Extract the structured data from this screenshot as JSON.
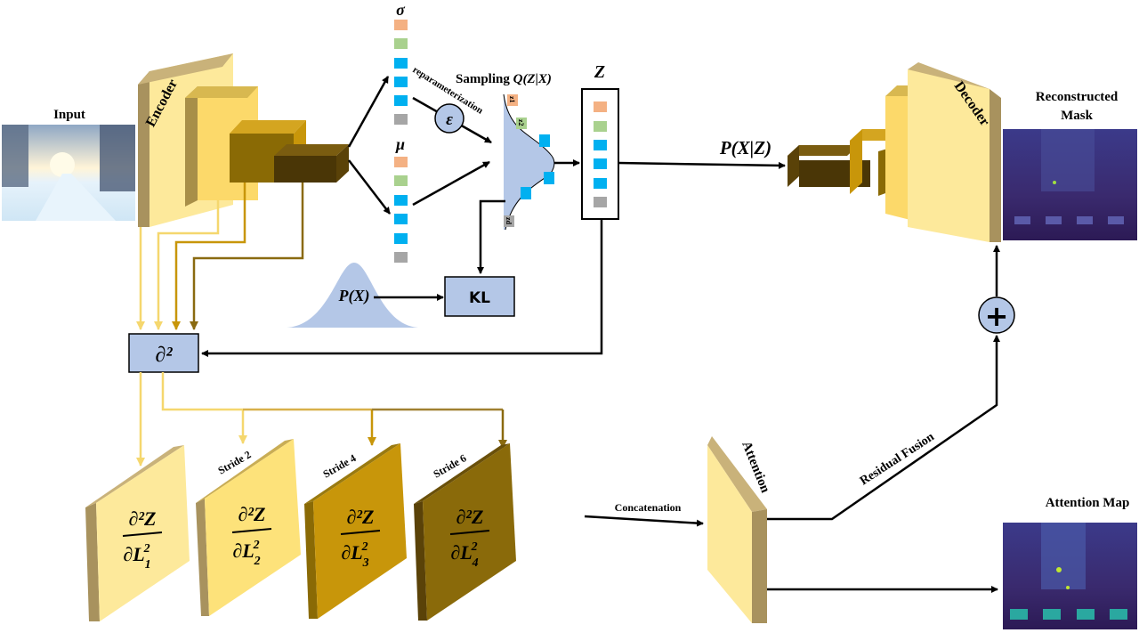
{
  "labels": {
    "input": "Input",
    "encoder": "Encoder",
    "decoder": "Decoder",
    "sigma": "σ",
    "mu": "μ",
    "epsilon": "ε",
    "reparameterization": "reparameterization",
    "sampling": "Sampling",
    "sampling_math": "Q(Z|X)",
    "z": "Z",
    "z1": "z1",
    "z2": "z2",
    "zd": "zd",
    "pxz": "P(X|Z)",
    "px": "P(X)",
    "kl": "KL",
    "d2": "∂²",
    "reconstructed_line1": "Reconstructed",
    "reconstructed_line2": "Mask",
    "attention": "Attention",
    "attention_map": "Attention Map",
    "residual_fusion": "Residual Fusion",
    "concatenation": "Concatenation",
    "plus": "+"
  },
  "panels": [
    {
      "stride": "",
      "num": "∂²Z",
      "den": "∂L",
      "sub": "1",
      "sup": "2"
    },
    {
      "stride": "Stride  2",
      "num": "∂²Z",
      "den": "∂L",
      "sub": "2",
      "sup": "2"
    },
    {
      "stride": "Stride  4",
      "num": "∂²Z",
      "den": "∂L",
      "sub": "3",
      "sup": "2"
    },
    {
      "stride": "Stride  6",
      "num": "∂²Z",
      "den": "∂L",
      "sub": "4",
      "sup": "2"
    }
  ],
  "colors": {
    "light_yellow": "#fde99b",
    "yellow": "#fcd96a",
    "gold": "#c8960a",
    "brown": "#7a5c10",
    "latent_orange": "#f4b183",
    "latent_green": "#a9d18e",
    "latent_blue": "#00b0f0",
    "latent_gray": "#a6a6a6",
    "node_fill": "#b4c7e7"
  }
}
